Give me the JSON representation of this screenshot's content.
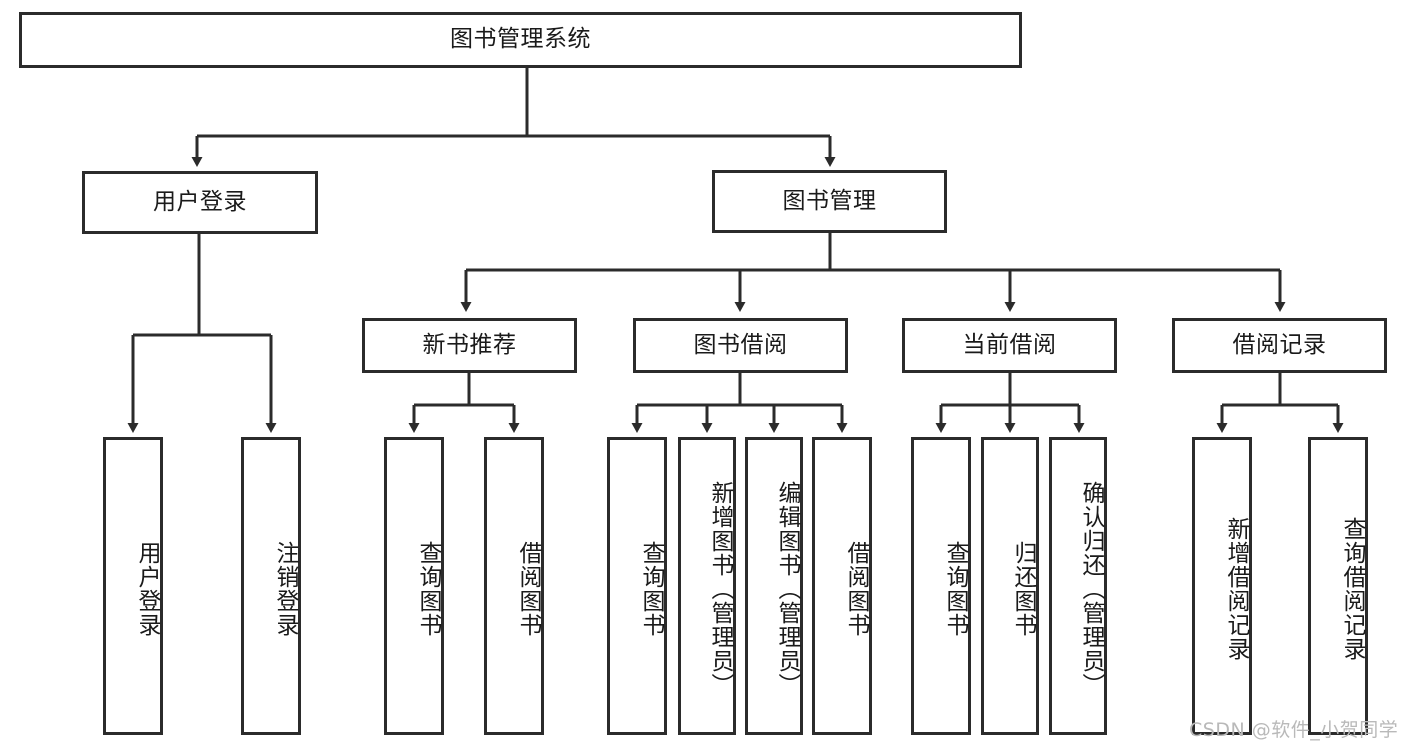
{
  "diagram": {
    "type": "tree-hierarchy-chart",
    "title": "图书管理系统",
    "watermark": "CSDN @软件_小贺同学",
    "colors": {
      "stroke": "#2b2b2b",
      "fill": "#ffffff",
      "text": "#1a1a1a",
      "watermark": "#b9b9b9"
    },
    "root": {
      "label": "图书管理系统"
    },
    "level2": [
      {
        "label": "用户登录"
      },
      {
        "label": "图书管理"
      }
    ],
    "level3": [
      {
        "label": "新书推荐"
      },
      {
        "label": "图书借阅"
      },
      {
        "label": "当前借阅"
      },
      {
        "label": "借阅记录"
      }
    ],
    "leaves": {
      "user_login": [
        {
          "label": "用户登录"
        },
        {
          "label": "注销登录"
        }
      ],
      "new_book_recommend": [
        {
          "label": "查询图书"
        },
        {
          "label": "借阅图书"
        }
      ],
      "book_borrow": [
        {
          "label": "查询图书"
        },
        {
          "label": "新增图书（管理员）"
        },
        {
          "label": "编辑图书（管理员）"
        },
        {
          "label": "借阅图书"
        }
      ],
      "current_borrow": [
        {
          "label": "查询图书"
        },
        {
          "label": "归还图书"
        },
        {
          "label": "确认归还（管理员）"
        }
      ],
      "borrow_record": [
        {
          "label": "新增借阅记录"
        },
        {
          "label": "查询借阅记录"
        }
      ]
    }
  }
}
